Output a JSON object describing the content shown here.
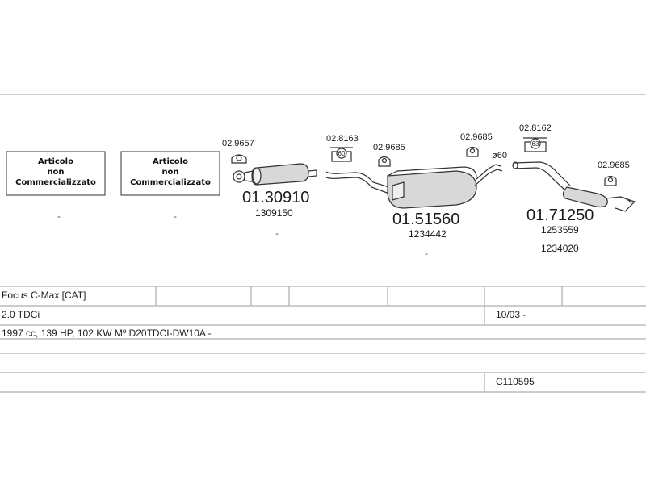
{
  "unavailable_boxes": [
    {
      "line1": "Articolo",
      "line2": "non",
      "line3": "Commercializzato",
      "below": "-"
    },
    {
      "line1": "Articolo",
      "line2": "non",
      "line3": "Commercializzato",
      "below": "-"
    }
  ],
  "parts": {
    "front_pipe": {
      "code": "01.30910",
      "oe": "1309150",
      "below": "-"
    },
    "middle_silencer": {
      "code": "01.51560",
      "oe": "1234442",
      "below": "-"
    },
    "rear_silencer": {
      "code": "01.71250",
      "oe1": "1253559",
      "oe2": "1234020"
    }
  },
  "fittings": {
    "clamp_front_top": "02.9657",
    "gasket_mid": "02.8163",
    "clamp_mid": "02.9685",
    "clamp_mid2": "02.9685",
    "gasket_rear": "02.8162",
    "clamp_rear": "02.9685",
    "diameter_label": "ø60",
    "gasket_mid_num": "60",
    "gasket_rear_num": "63"
  },
  "table": {
    "model": "Focus C-Max [CAT]",
    "engine": "2.0 TDCi",
    "date": "10/03 -",
    "specs": "1997 cc, 139 HP, 102 KW Mº D20TDCI-DW10A -",
    "kit_code": "C110595"
  }
}
